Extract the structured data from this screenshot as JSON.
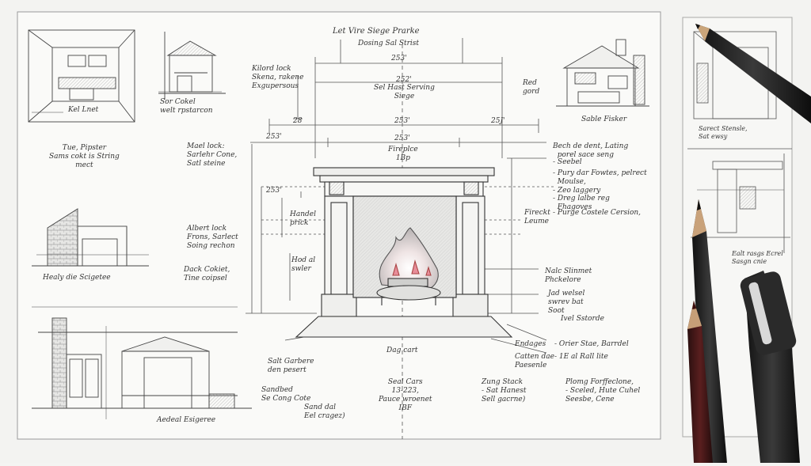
{
  "header": {
    "title_lines": [
      "Let Vire Siege Prarke",
      "Dosing Sal Strist"
    ]
  },
  "dimensions": {
    "d1": "253'",
    "d2": "252'",
    "d3": "28",
    "d4": "253'",
    "d5": "25J'",
    "d6": "253'",
    "d7": "253'",
    "d8": "253'"
  },
  "notes": {
    "sel_hast": "Sel Hast Serving\nSiege",
    "fireplace_label": "Fireplce\n1Bp",
    "kitchen": "Kel Lnet",
    "stair": "Sor Cokel\nwelt rpstarcon",
    "tue_pipster": "Tue, Pipster\nSams cokt is String\nmect",
    "kilord": "Kilord lock\nSkena, rakene\nExgupersous",
    "mael_lock": "Mael lock:\nSarlehr Cone,\nSatl steine",
    "handel": "Handel\nprick",
    "albert_lock": "Albert lock\nFrons, Sarlect\nSoing rechon",
    "hod_al": "Hod al\nswler",
    "bach_cokie": "Dack Cokiet,\nTine coipsel",
    "healy": "Healy die Scigetee",
    "red_gord": "Red\ngord",
    "sable_fisker": "Sable Fisker",
    "bech_dent": "Bech de dent, Lating\n  porel sace seng",
    "seebel": "- Seebel",
    "pury_dar": "- Pury dar Fowtes, pelrect\n  Moulse,",
    "zeo_laggery": "- Zeo laggery",
    "dreg_lalbe": "- Dreg lalbe reg\n  Fhagoves",
    "purge_costele": "- Purge Costele Cersion,",
    "fireckt": "Fireckt\nLeume",
    "nalc_slinmet": "Nalc Slinmet\nPhckelore",
    "jad_welsel": "Jad welsel\nswrev bat\nSoot",
    "ivel_sstorde": "Ivel Sstorde",
    "dag_cart": "Dag cart",
    "endages": "Endages",
    "catten_dae": "Catten dae\nPaesenle",
    "orier_stae": "- Orier Stae, Barrdel",
    "al_rall": "- 1E al Rall lite",
    "salt_garbere": "Salt Garbere\nden pesert",
    "seal_cars": "Seal Cars\n13-223,\nPauce wroenet\nIBF",
    "zung_stack": "Zung Stack\n- Sat Hanest\nSell gacrne)",
    "plomg": "Plomg Forffeclone,\n- Sceled, Hute Cuhel\nSeesbe, Cene",
    "sandbed": "Sandbed\nSe Cong Cote",
    "sand_dal": "Sand dal\nEel cragez)",
    "aedeal": "Aedeal Esigeree",
    "sarect": "Sarect Stensle,\nSat ewsy",
    "ealt": "Ealt rasgs Ecrel\nSasgn cnie"
  }
}
